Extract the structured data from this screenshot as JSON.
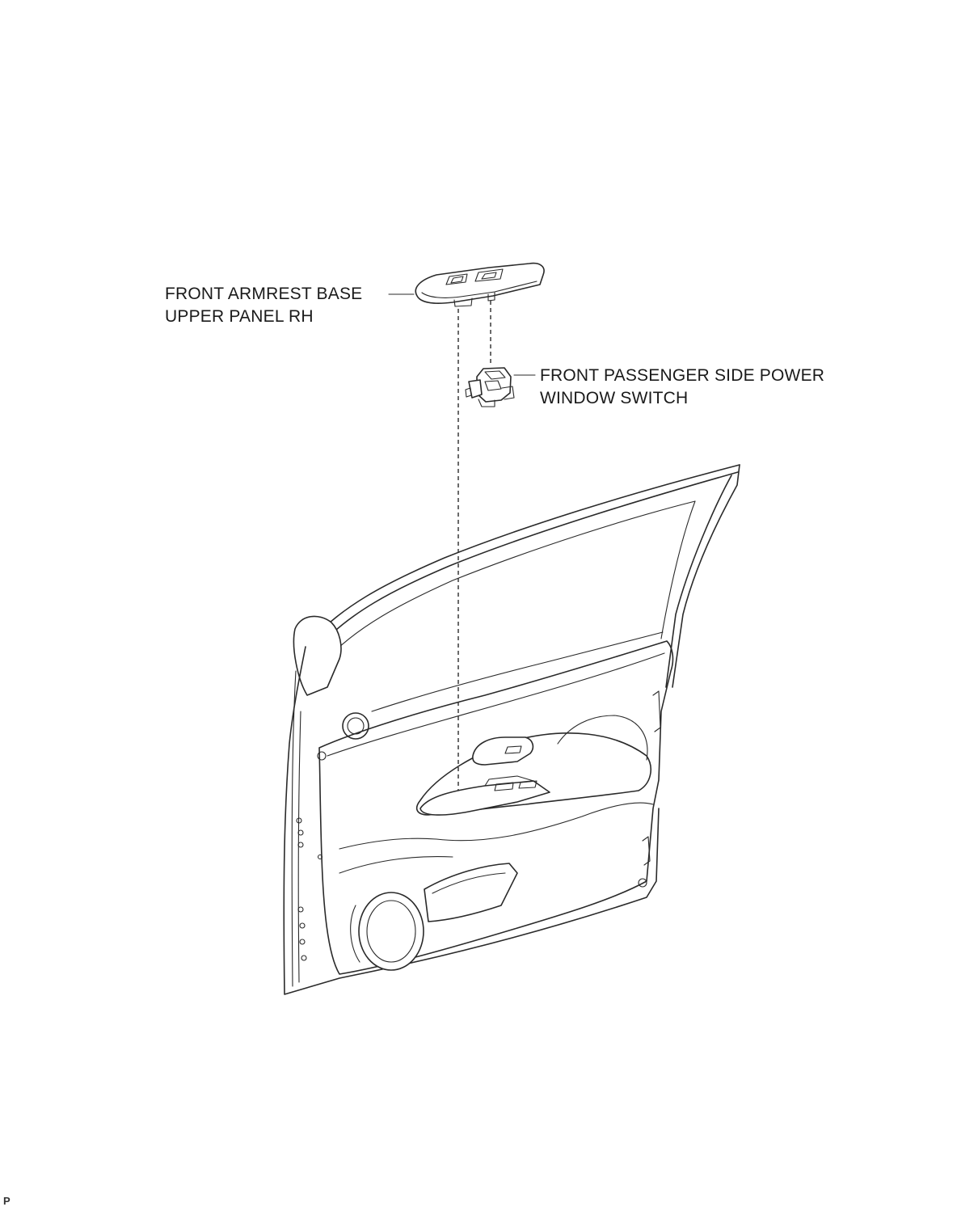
{
  "callouts": {
    "armrest_panel": {
      "line1": "FRONT ARMREST BASE",
      "line2": "UPPER PANEL RH"
    },
    "window_switch": {
      "line1": "FRONT PASSENGER SIDE POWER",
      "line2": "WINDOW SWITCH"
    }
  },
  "footer": {
    "mark": "P"
  },
  "colors": {
    "line": "#2a2a2a",
    "background": "#ffffff"
  }
}
